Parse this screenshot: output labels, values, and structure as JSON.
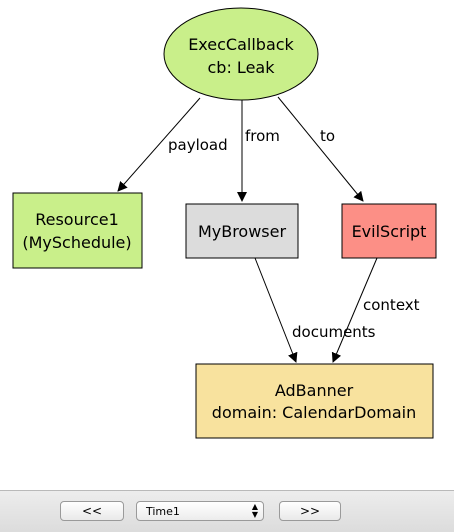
{
  "graph": {
    "nodes": {
      "exec_callback": {
        "line1": "ExecCallback",
        "line2": "cb: Leak",
        "color": "#c9ef8a"
      },
      "resource1": {
        "line1": "Resource1",
        "line2": "(MySchedule)",
        "color": "#c9ef8a"
      },
      "mybrowser": {
        "line1": "MyBrowser",
        "color": "#dcdcdc"
      },
      "evilscript": {
        "line1": "EvilScript",
        "color": "#fc8f86"
      },
      "adbanner": {
        "line1": "AdBanner",
        "line2": "domain: CalendarDomain",
        "color": "#f8e29e"
      }
    },
    "edges": {
      "payload": "payload",
      "from": "from",
      "to": "to",
      "documents": "documents",
      "context": "context"
    }
  },
  "toolbar": {
    "prev_label": "<<",
    "next_label": ">>",
    "time_value": "Time1",
    "arrow_up": "▲",
    "arrow_down": "▼"
  }
}
